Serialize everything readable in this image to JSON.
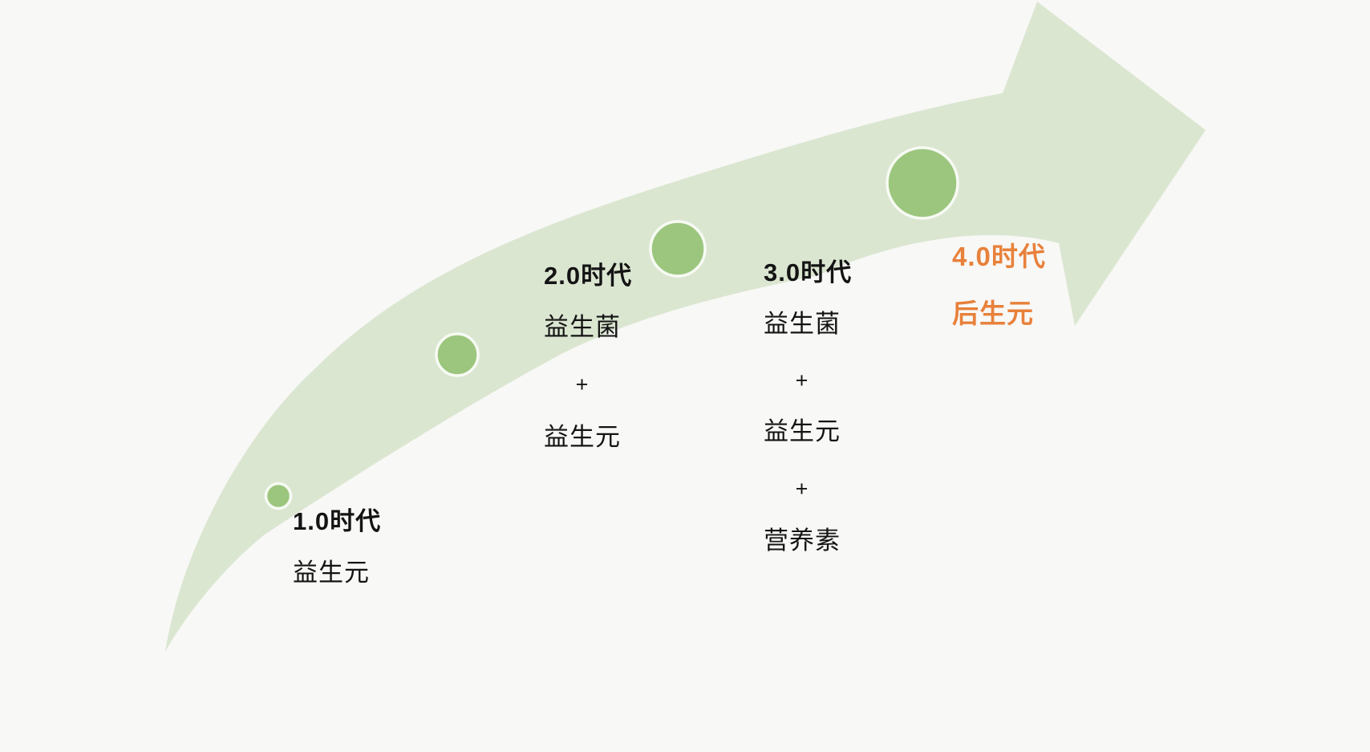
{
  "diagram": {
    "stages": [
      {
        "era": "1.0时代",
        "items": [
          "益生元"
        ]
      },
      {
        "era": "2.0时代",
        "items": [
          "益生菌",
          "+",
          "益生元"
        ]
      },
      {
        "era": "3.0时代",
        "items": [
          "益生菌",
          "+",
          "益生元",
          "+",
          "营养素"
        ]
      },
      {
        "era": "4.0时代",
        "items": [
          "后生元"
        ],
        "highlighted": true
      }
    ]
  },
  "colors": {
    "background": "#F8F8F6",
    "arrow_band": "#DBE6D1",
    "stage_dot": "#9CC67E",
    "dot_ring": "#F7FAF3",
    "text": "#141414",
    "accent_orange": "#E8813B"
  }
}
